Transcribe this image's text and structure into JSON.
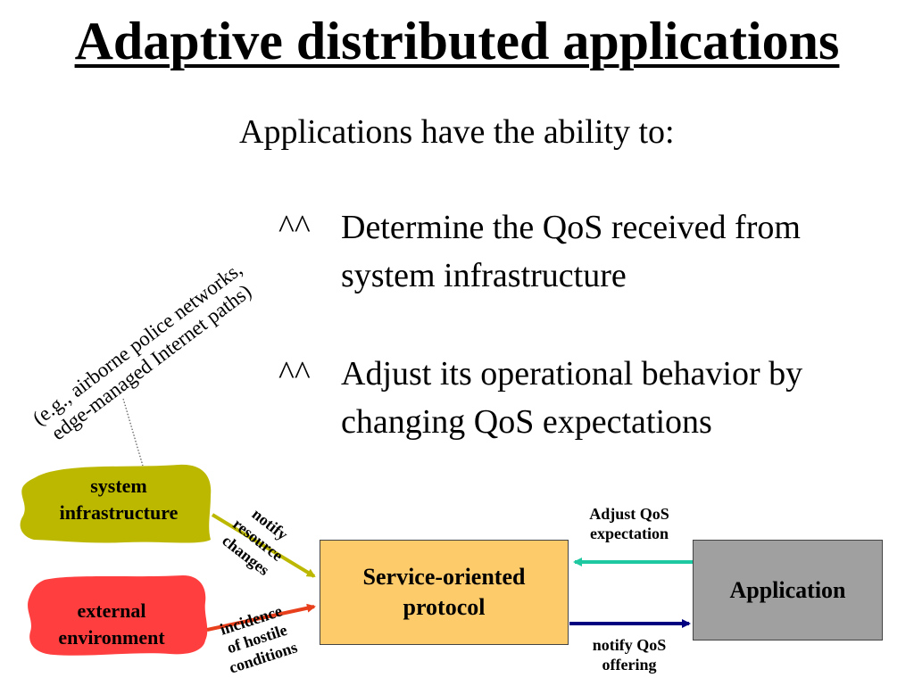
{
  "title": "Adaptive distributed applications",
  "intro": "Applications have the ability to:",
  "bullets": [
    {
      "mark": "^^",
      "line1": "Determine the QoS received from",
      "line2": "system infrastructure"
    },
    {
      "mark": "^^",
      "line1": "Adjust its operational behavior by",
      "line2": "changing QoS expectations"
    }
  ],
  "example_note": {
    "line1": "(e.g., airborne police networks,",
    "line2": "edge-managed Internet paths)"
  },
  "nodes": {
    "system_infrastructure": {
      "line1": "system",
      "line2": "infrastructure",
      "color": "#bcb800"
    },
    "external_environment": {
      "line1": "external",
      "line2": "environment",
      "color": "#ff3f3f"
    },
    "service_protocol": {
      "line1": "Service-oriented",
      "line2": "protocol",
      "color": "#fecb6b"
    },
    "application": {
      "label": "Application",
      "color": "#a0a0a0"
    }
  },
  "edges": {
    "notify_resource": {
      "line1": "notify",
      "line2": "resource",
      "line3": "changes",
      "color": "#bcb800"
    },
    "hostile": {
      "line1": "incidence",
      "line2": "of hostile",
      "line3": "conditions",
      "color": "#e8401c"
    },
    "adjust_qos": {
      "line1": "Adjust QoS",
      "line2": "expectation",
      "color": "#1ec8a0"
    },
    "notify_qos": {
      "line1": "notify QoS",
      "line2": "offering",
      "color": "#000080"
    }
  }
}
